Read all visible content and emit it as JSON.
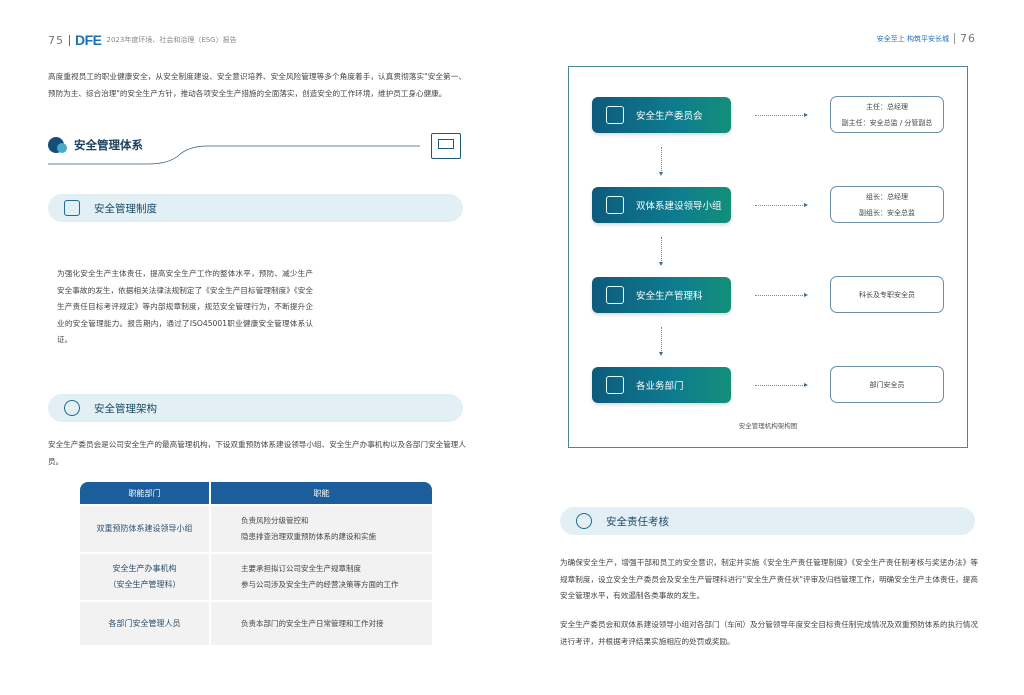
{
  "header": {
    "left_page": "75",
    "logo": "DFE",
    "report_title": "2023年度环境、社会和治理（ESG）报告",
    "right_slogan": "安全至上  构筑平安长城",
    "right_page": "76"
  },
  "intro": "高度重视员工的职业健康安全，从安全制度建设、安全意识培养、安全风险管理等多个角度着手，认真贯彻落实\"安全第一、预防为主、综合治理\"的安全生产方针，推动各项安全生产措施的全面落实，创造安全的工作环境，维护员工身心健康。",
  "section_title": "安全管理体系",
  "system": {
    "title": "安全管理制度",
    "text": "为强化安全生产主体责任，提高安全生产工作的整体水平，预防、减少生产安全事故的发生，依据相关法律法规制定了《安全生产目标管理制度》《安全生产责任目标考评规定》等内部规章制度，规范安全管理行为，不断提升企业的安全管理能力。报告期内，通过了ISO45001职业健康安全管理体系认证。"
  },
  "structure": {
    "title": "安全管理架构",
    "text": "安全生产委员会是公司安全生产的最高管理机构，下设双重预防体系建设领导小组、安全生产办事机构以及各部门安全管理人员。",
    "table": {
      "headers": [
        "职能部门",
        "职能"
      ],
      "rows": [
        {
          "dept": [
            "双重预防体系建设领导小组"
          ],
          "duties": [
            "负责风险分级管控和",
            "隐患排查治理双重预防体系的建设和实施"
          ]
        },
        {
          "dept": [
            "安全生产办事机构",
            "（安全生产管理科）"
          ],
          "duties": [
            "主要承担拟订公司安全生产规章制度",
            "参与公司涉及安全生产的经营决策等方面的工作"
          ]
        },
        {
          "dept": [
            "各部门安全管理人员"
          ],
          "duties": [
            "负责本部门的安全生产日常管理和工作对接"
          ]
        }
      ]
    }
  },
  "org": {
    "nodes": [
      {
        "label": "安全生产委员会",
        "icon": "scales-icon",
        "members": [
          "主任：总经理",
          "副主任：安全总监 / 分管副总"
        ]
      },
      {
        "label": "双体系建设领导小组",
        "icon": "team-icon",
        "members": [
          "组长：总经理",
          "副组长：安全总监"
        ]
      },
      {
        "label": "安全生产管理科",
        "icon": "document-gear-icon",
        "members": [
          "科长及专职安全员"
        ]
      },
      {
        "label": "各业务部门",
        "icon": "factory-gear-icon",
        "members": [
          "部门安全员"
        ]
      }
    ],
    "caption": "安全管理机构架构图"
  },
  "assessment": {
    "title": "安全责任考核",
    "p1": "为确保安全生产，增强干部和员工的安全意识，制定并实施《安全生产责任管理制度》《安全生产责任制考核与奖惩办法》等规章制度，设立安全生产委员会及安全生产管理科进行\"安全生产责任状\"评审及归档管理工作，明确安全生产主体责任，提高安全管理水平，有效遏制各类事故的发生。",
    "p2": "安全生产委员会和双体系建设领导小组对各部门（车间）及分管领导年度安全目标责任制完成情况及双重预防体系的执行情况进行考评，并根据考评结果实施相应的处罚或奖励。"
  },
  "colors": {
    "accent": "#1c5e9b",
    "pill": "#e2eff4",
    "teal": "#0d7c8f"
  }
}
